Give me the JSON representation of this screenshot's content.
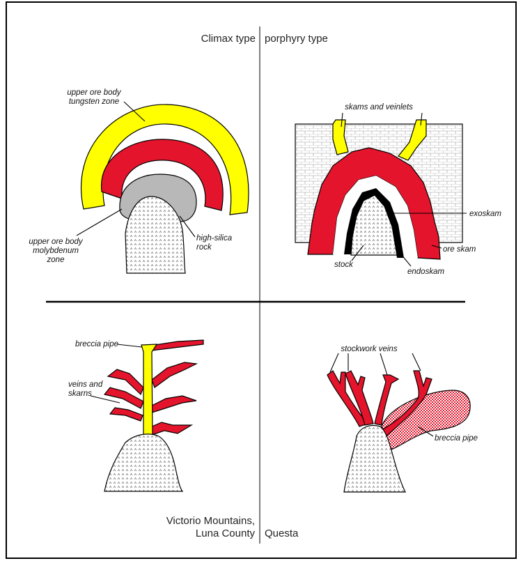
{
  "headers": {
    "left": "Climax type",
    "right": "porphyry type"
  },
  "captions": {
    "victorio_line1": "Victorio Mountains,",
    "victorio_line2": "Luna County",
    "questa": "Questa"
  },
  "climax_labels": {
    "tungsten_line1": "upper ore body",
    "tungsten_line2": "tungsten zone",
    "molybdenum_line1": "upper ore body",
    "molybdenum_line2": "molybdenum",
    "molybdenum_line3": "zone",
    "silica_line1": "high-silica",
    "silica_line2": "rock"
  },
  "porphyry_labels": {
    "skarns_veinlets": "skams and veinlets",
    "exoskarn": "exoskam",
    "ore_skarn": "ore skam",
    "stock": "stock",
    "endoskarn": "endoskam"
  },
  "victorio_labels": {
    "breccia_pipe": "breccia pipe",
    "veins_line1": "veins and",
    "veins_line2": "skarns"
  },
  "questa_labels": {
    "stockwork": "stockwork veins",
    "breccia_pipe": "breccia pipe"
  },
  "colors": {
    "yellow": "#ffff00",
    "red": "#e3142b",
    "gray": "#b8b8b8"
  }
}
